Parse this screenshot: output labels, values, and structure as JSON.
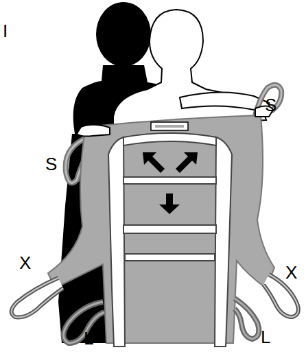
{
  "diagram": {
    "labels": [
      "I",
      "S",
      "S",
      "X",
      "X",
      "L",
      "L"
    ]
  }
}
